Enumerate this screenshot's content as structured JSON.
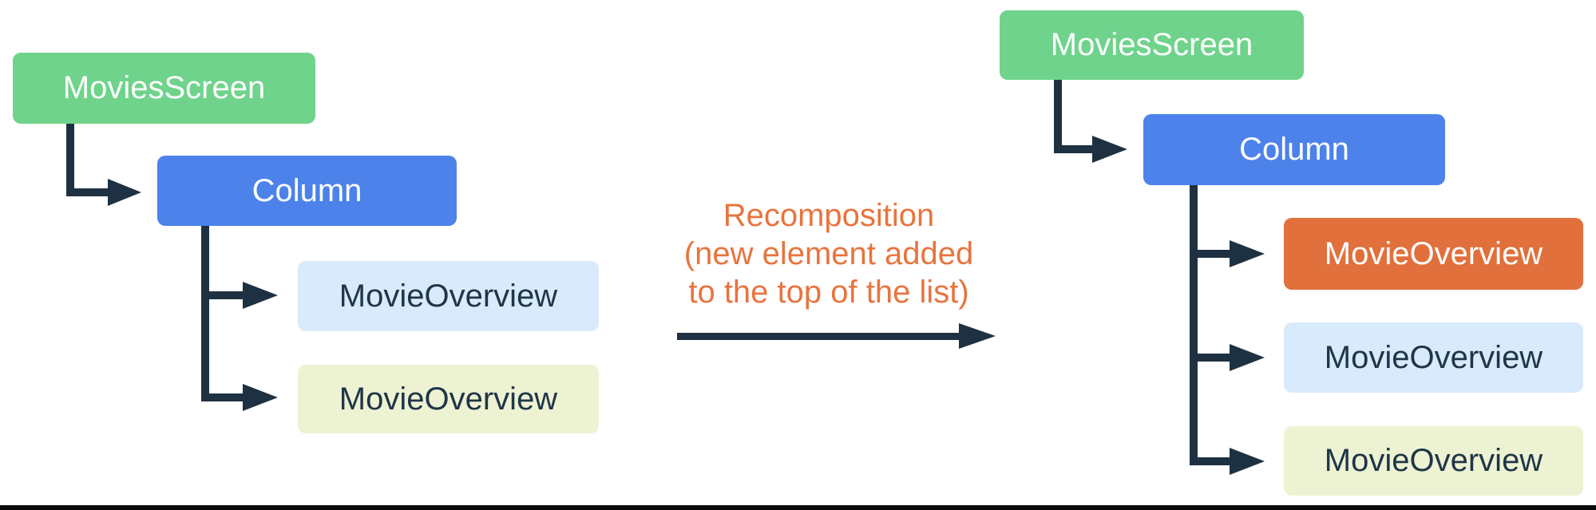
{
  "colors": {
    "green": "#6FD38B",
    "blue": "#4C82EA",
    "light_blue": "#D9EAFC",
    "light_yellow": "#EDF2D2",
    "orange": "#E1703C",
    "caption_orange": "#E8743F",
    "connector": "#1E3142",
    "dark_text": "#1F3548",
    "bottom_rule": "#0A0A0A"
  },
  "caption": {
    "line1": "Recomposition",
    "line2": "(new element added",
    "line3": "to the top of the list)"
  },
  "left_tree": {
    "movies_screen": "MoviesScreen",
    "column": "Column",
    "movie_overview_1": "MovieOverview",
    "movie_overview_2": "MovieOverview"
  },
  "right_tree": {
    "movies_screen": "MoviesScreen",
    "column": "Column",
    "movie_overview_new": "MovieOverview",
    "movie_overview_1": "MovieOverview",
    "movie_overview_2": "MovieOverview"
  }
}
